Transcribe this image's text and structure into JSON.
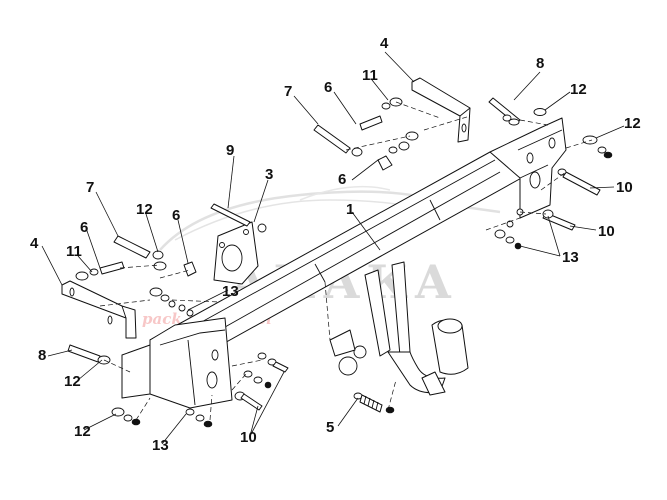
{
  "watermark": {
    "brand": "АНАКА",
    "tagline": "pack and travel"
  },
  "callouts": [
    {
      "id": "c4a",
      "label": "4"
    },
    {
      "id": "c8a",
      "label": "8"
    },
    {
      "id": "c11a",
      "label": "11"
    },
    {
      "id": "c6a",
      "label": "6"
    },
    {
      "id": "c7a",
      "label": "7"
    },
    {
      "id": "c12a",
      "label": "12"
    },
    {
      "id": "c12b",
      "label": "12"
    },
    {
      "id": "c9",
      "label": "9"
    },
    {
      "id": "c3",
      "label": "3"
    },
    {
      "id": "c6b",
      "label": "6"
    },
    {
      "id": "c10a",
      "label": "10"
    },
    {
      "id": "c7b",
      "label": "7"
    },
    {
      "id": "c12c",
      "label": "12"
    },
    {
      "id": "c6c",
      "label": "6"
    },
    {
      "id": "c1",
      "label": "1"
    },
    {
      "id": "c10b",
      "label": "10"
    },
    {
      "id": "c6d",
      "label": "6"
    },
    {
      "id": "c4b",
      "label": "4"
    },
    {
      "id": "c11b",
      "label": "11"
    },
    {
      "id": "c13a",
      "label": "13"
    },
    {
      "id": "c13b",
      "label": "13"
    },
    {
      "id": "c8b",
      "label": "8"
    },
    {
      "id": "c12d",
      "label": "12"
    },
    {
      "id": "c5",
      "label": "5"
    },
    {
      "id": "c12e",
      "label": "12"
    },
    {
      "id": "c10c",
      "label": "10"
    },
    {
      "id": "c13c",
      "label": "13"
    }
  ]
}
